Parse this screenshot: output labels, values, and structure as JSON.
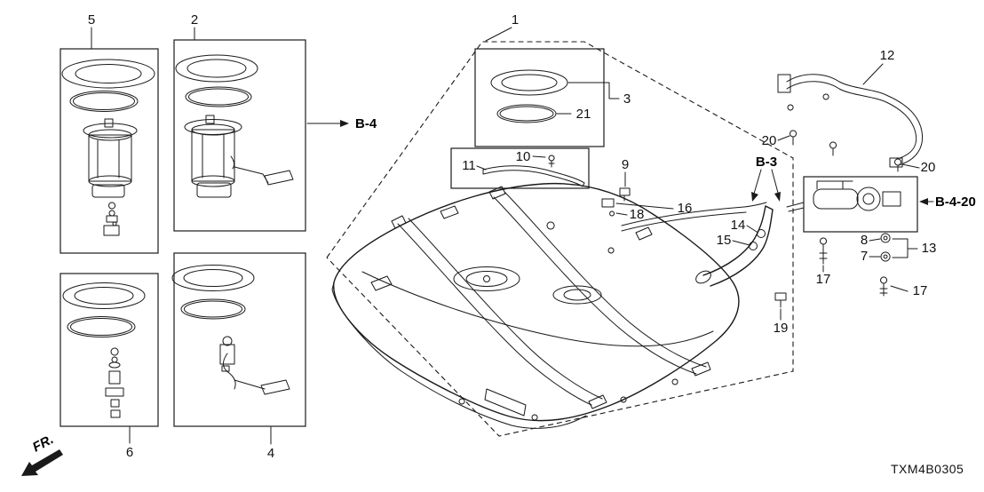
{
  "diagram": {
    "code": "TXM4B0305",
    "front_marker": "FR.",
    "references": {
      "b4": "B-4",
      "b3": "B-3",
      "b4_20": "B-4-20"
    },
    "callouts": {
      "c1": "1",
      "c2": "2",
      "c3": "3",
      "c4": "4",
      "c5": "5",
      "c6": "6",
      "c7": "7",
      "c8": "8",
      "c9": "9",
      "c10": "10",
      "c11": "11",
      "c12": "12",
      "c13": "13",
      "c14": "14",
      "c15": "15",
      "c16": "16",
      "c17": "17",
      "c18": "18",
      "c19": "19",
      "c20": "20",
      "c21": "21"
    },
    "colors": {
      "line": "#1a1a1a",
      "background": "#ffffff"
    }
  }
}
